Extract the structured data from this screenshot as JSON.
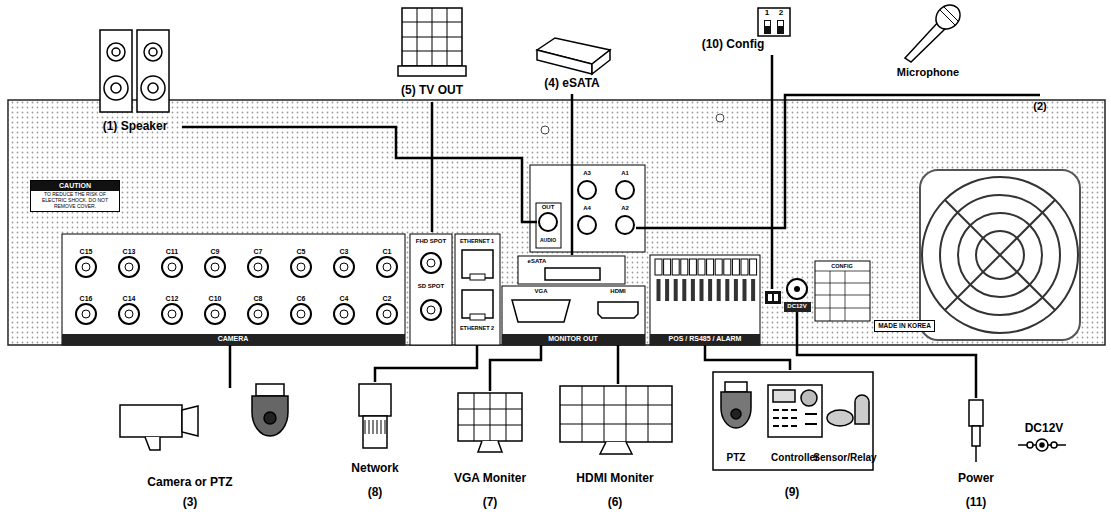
{
  "diagram": {
    "nodes": [
      {
        "text": [
          "CAUTION",
          "TO REDUCE THE RISK OF ELECTRIC SHOCK. DO NOT REMOVE COVER."
        ]
      },
      {
        "text": [
          "MADE IN KOREA"
        ]
      }
    ],
    "labels": [
      "(1) Speaker",
      "(5) TV OUT",
      "(4) eSATA",
      "(10) Config",
      "1",
      "2",
      "Microphone",
      "(2)",
      "C15",
      "C13",
      "C11",
      "C9",
      "C7",
      "C5",
      "C3",
      "C1",
      "C16",
      "C14",
      "C12",
      "C10",
      "C8",
      "C6",
      "C4",
      "C2",
      "CAMERA",
      "FHD SPOT",
      "SD SPOT",
      "ETHERNET 1",
      "ETHERNET 2",
      "eSATA",
      "VGA",
      "HDMI",
      "MONITOR OUT",
      "OUT",
      "AUDIO",
      "A3",
      "A1",
      "A4",
      "A2",
      "POS / RS485 / ALARM",
      "DC12V",
      "CONFIG",
      "Camera or PTZ",
      "(3)",
      "Network",
      "(8)",
      "VGA Moniter",
      "(7)",
      "HDMI Moniter",
      "(6)",
      "PTZ",
      "Controller",
      "Sensor/Relay",
      "(9)",
      "DC12V",
      "Power",
      "(11)"
    ]
  }
}
